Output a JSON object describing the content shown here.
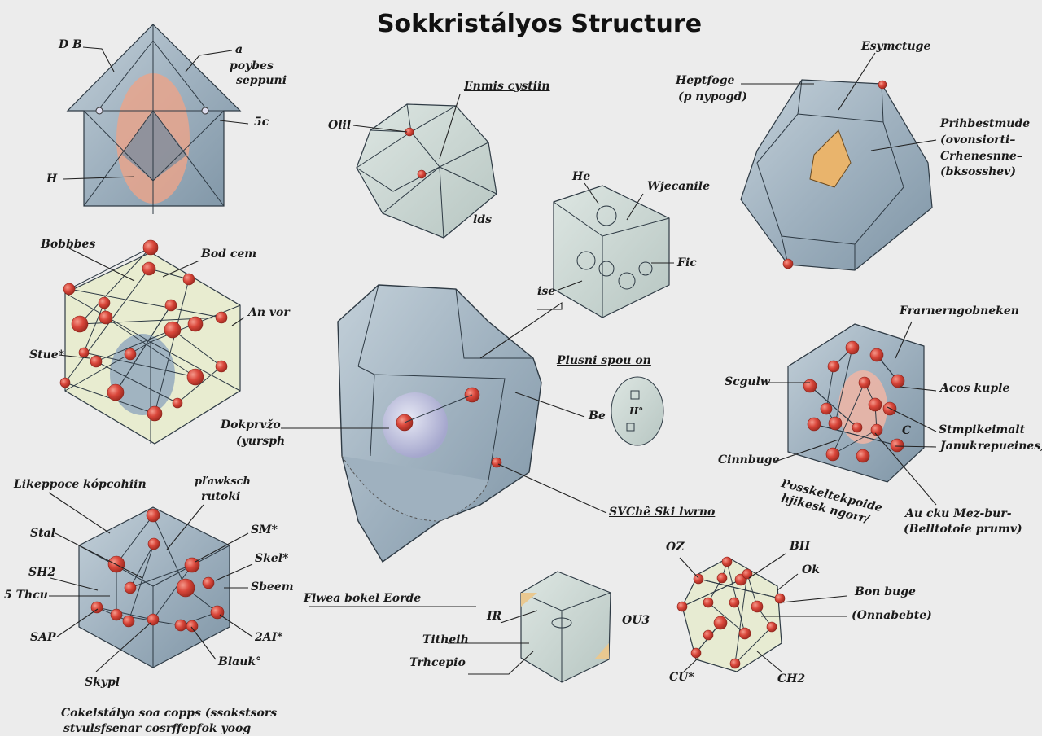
{
  "title": "Sokkristályos Structure",
  "labels": {
    "db": "D B",
    "a": "a",
    "poybes": "poybes",
    "seppuni": "seppuni",
    "c5": "5c",
    "h": "H",
    "enmis": "Enmis cystiin",
    "olil": "Olil",
    "lds": "lds",
    "he": "He",
    "wjecanile": "Wjecanile",
    "fic": "Fic",
    "ise": "ise",
    "esymctuge": "Esymctuge",
    "heptfoge": "Heptfoge",
    "nypogd": "(p nypogd)",
    "prihbest1": "Prihbestmude",
    "prihbest2": "(ovonsiorti–",
    "prihbest3": "Crhenesnne–",
    "prihbest4": "(bksosshev)",
    "bobbbes": "Bobbbes",
    "bodcem": "Bod cem",
    "anvor": "An vor",
    "stue": "Stue*",
    "dokprvzo1": "Dokprvžo",
    "dokprvzo2": "(yursph",
    "plusni": "Plusni spou on",
    "be": "Be",
    "ii": "II°",
    "svche": "SVChê Ski lwrno",
    "frarner": "Frarnerngobneken",
    "scgulw": "Scgulw",
    "acos": "Acos kuple",
    "c": "C",
    "stmpik1": "Stmpikeimalt",
    "stmpik2": "Janukrepueines)",
    "cinnbuge": "Cinnbuge",
    "possk1": "Posskeltekpoide",
    "possk2": "hjikesk ngorr/",
    "aucku1": "Au cku Mez-bur-",
    "aucku2": "(Belltotoie prumv)",
    "likeppoce": "Likeppoce kópcohiin",
    "plawksch1": "pľawksch",
    "plawksch2": "rutoki",
    "stal": "Stal",
    "sm": "SM*",
    "skel": "Skel*",
    "sh2": "SH2",
    "sbeem": "Sbeem",
    "thcu": "5 Thcu",
    "sap": "SAP",
    "ai2": "2AI*",
    "blauk": "Blauk°",
    "skypl": "Skypl",
    "caption1": "Cokelstályo soa copps (ssokstsors",
    "caption2": "stvulsfsenar cosrffepfok yoog",
    "flwea": "Flwea bokel Eorde",
    "ir": "IR",
    "ou3": "OU3",
    "titheih": "Titheih",
    "trhcepio": "Trhcepio",
    "oz": "OZ",
    "bh": "BH",
    "ok": "Ok",
    "bonbuge": "Bon buge",
    "onnabebte": "(Onnabebte)",
    "cu": "CU*",
    "ch2": "CH2"
  },
  "colors": {
    "atom": "#d9463a",
    "glass": "#a9bac6",
    "core": "#e8a58c",
    "amber": "#e9b46c"
  }
}
